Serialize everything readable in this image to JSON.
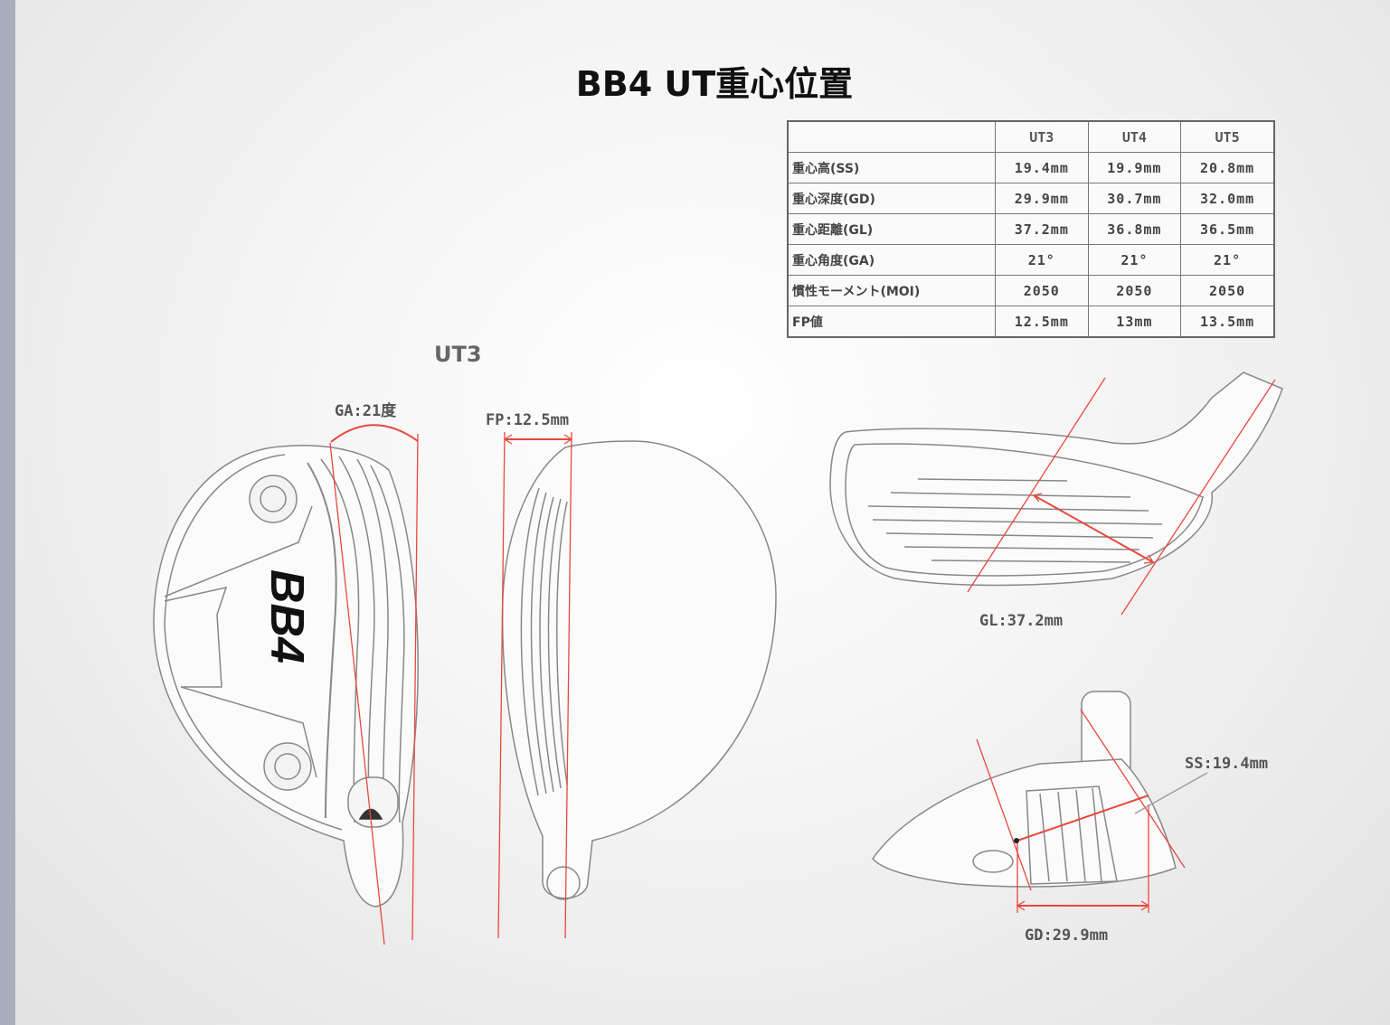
{
  "title": "BB4 UT重心位置",
  "table": {
    "headers": [
      "",
      "UT3",
      "UT4",
      "UT5"
    ],
    "rows": [
      {
        "label": "重心高(SS)",
        "values": [
          "19.4mm",
          "19.9mm",
          "20.8mm"
        ]
      },
      {
        "label": "重心深度(GD)",
        "values": [
          "29.9mm",
          "30.7mm",
          "32.0mm"
        ]
      },
      {
        "label": "重心距離(GL)",
        "values": [
          "37.2mm",
          "36.8mm",
          "36.5mm"
        ]
      },
      {
        "label": "重心角度(GA)",
        "values": [
          "21°",
          "21°",
          "21°"
        ]
      },
      {
        "label": "慣性モーメント(MOI)",
        "values": [
          "2050",
          "2050",
          "2050"
        ]
      },
      {
        "label": "FP値",
        "values": [
          "12.5mm",
          "13mm",
          "13.5mm"
        ]
      }
    ]
  },
  "section_label": "UT3",
  "annotations": {
    "ga": "GA:21度",
    "fp": "FP:12.5mm",
    "gl": "GL:37.2mm",
    "ss": "SS:19.4mm",
    "gd": "GD:29.9mm"
  },
  "sole_logo": "BB4",
  "colors": {
    "accent_line": "#e8483c",
    "outline": "#777777",
    "sidebar": "#a9aebc"
  }
}
